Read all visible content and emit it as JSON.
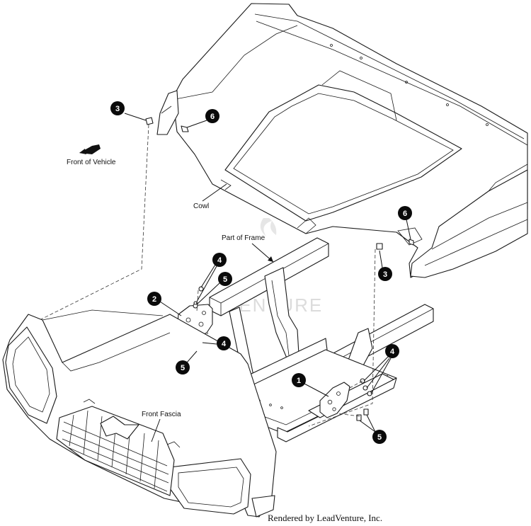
{
  "labels": {
    "front_of_vehicle": "Front of Vehicle",
    "cowl": "Cowl",
    "part_of_frame": "Part of Frame",
    "front_fascia": "Front Fascia"
  },
  "callouts": {
    "c3_top": "3",
    "c6_top": "6",
    "c6_right": "6",
    "c3_right": "3",
    "c4_upper": "4",
    "c5_upper": "5",
    "c2": "2",
    "c4_lower": "4",
    "c5_lower": "5",
    "c1": "1",
    "c4_right": "4",
    "c5_right": "5"
  },
  "watermark": "VENTURE",
  "footer": "Rendered by LeadVenture, Inc.",
  "colors": {
    "line": "#1a1a1a",
    "callout": "#0a0a0a",
    "watermark": "#dcdcdc"
  }
}
